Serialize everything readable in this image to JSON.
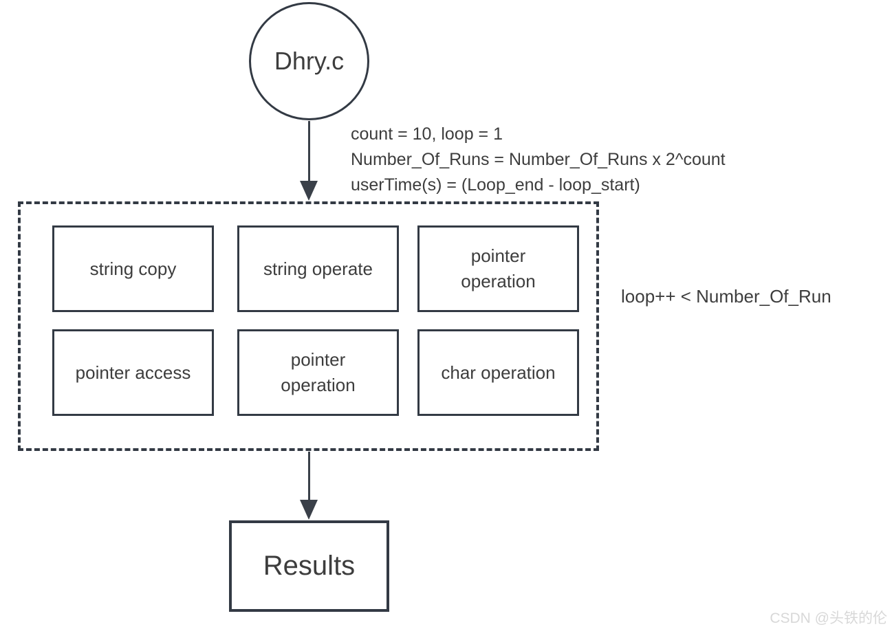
{
  "diagram": {
    "start_node": {
      "label": "Dhry.c"
    },
    "init_annotation": {
      "lines": [
        "count = 10, loop = 1",
        "Number_Of_Runs = Number_Of_Runs x 2^count",
        "userTime(s) = (Loop_end - loop_start)"
      ]
    },
    "loop_container": {
      "boxes": [
        {
          "label": "string copy"
        },
        {
          "label": "string operate"
        },
        {
          "label": "pointer operation"
        },
        {
          "label": "pointer access"
        },
        {
          "label": "pointer operation"
        },
        {
          "label": "char operation"
        }
      ],
      "condition_label": "loop++ < Number_Of_Run"
    },
    "end_node": {
      "label": "Results"
    },
    "watermark": "CSDN @头铁的伦",
    "colors": {
      "line": "#333a44",
      "text": "#3d3d3d",
      "watermark": "#d8d8d8"
    }
  }
}
